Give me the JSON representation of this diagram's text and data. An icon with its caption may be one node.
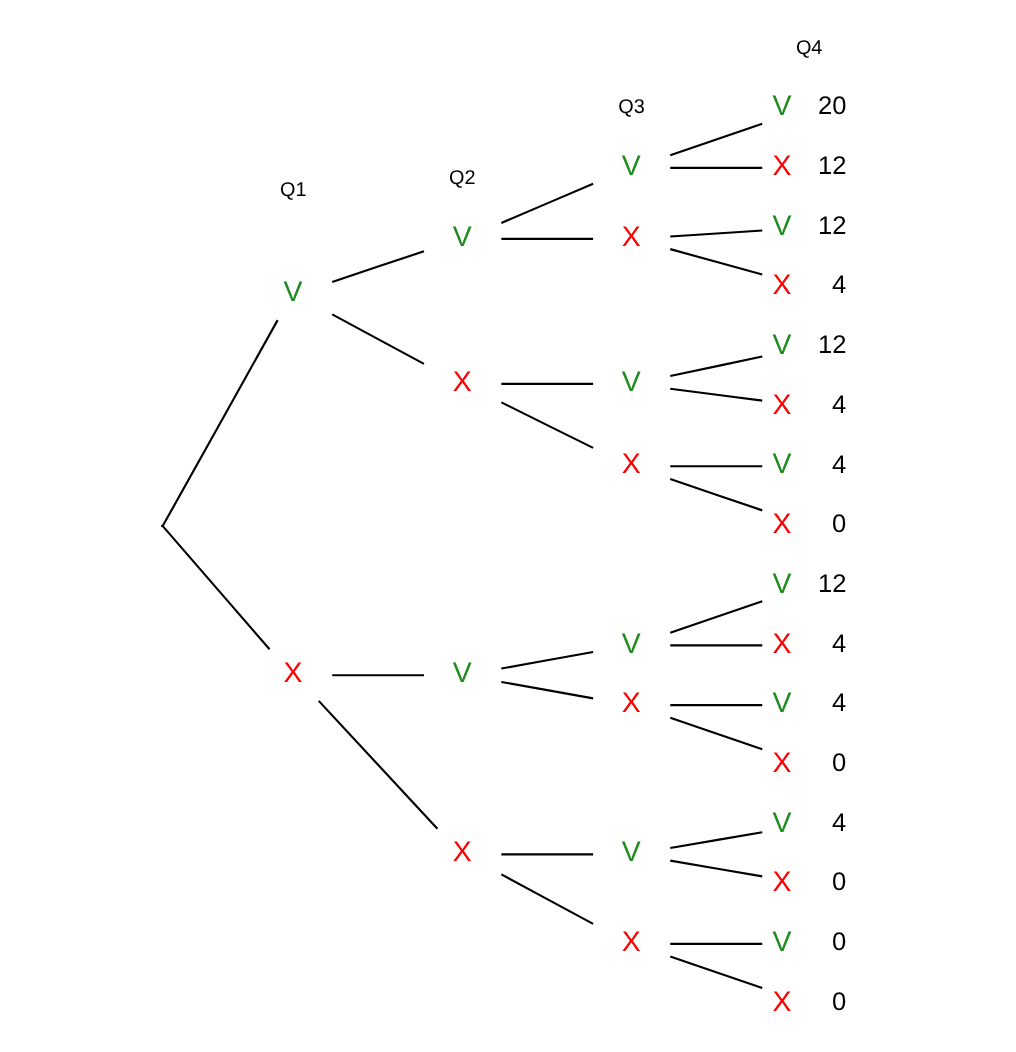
{
  "diagram": {
    "nodes": [
      {
        "text": [],
        "shape": "point"
      },
      {
        "text": [
          "V"
        ]
      },
      {
        "text": [
          "X"
        ]
      },
      {
        "text": [
          "V"
        ]
      },
      {
        "text": [
          "X"
        ]
      },
      {
        "text": [
          "V"
        ]
      },
      {
        "text": [
          "X"
        ]
      },
      {
        "text": [
          "V"
        ]
      },
      {
        "text": [
          "X"
        ]
      },
      {
        "text": [
          "V"
        ]
      },
      {
        "text": [
          "X"
        ]
      },
      {
        "text": [
          "V"
        ]
      },
      {
        "text": [
          "X"
        ]
      },
      {
        "text": [
          "V"
        ]
      },
      {
        "text": [
          "X"
        ]
      },
      {
        "text": [
          "V"
        ],
        "beside": [
          "20"
        ]
      },
      {
        "text": [
          "X"
        ],
        "beside": [
          "12"
        ]
      },
      {
        "text": [
          "V"
        ],
        "beside": [
          "12"
        ]
      },
      {
        "text": [
          "X"
        ],
        "beside": [
          "4"
        ]
      },
      {
        "text": [
          "V"
        ],
        "beside": [
          "12"
        ]
      },
      {
        "text": [
          "X"
        ],
        "beside": [
          "4"
        ]
      },
      {
        "text": [
          "V"
        ],
        "beside": [
          "4"
        ]
      },
      {
        "text": [
          "X"
        ],
        "beside": [
          "0"
        ]
      },
      {
        "text": [
          "V"
        ],
        "beside": [
          "12"
        ]
      },
      {
        "text": [
          "X"
        ],
        "beside": [
          "4"
        ]
      },
      {
        "text": [
          "V"
        ],
        "beside": [
          "4"
        ]
      },
      {
        "text": [
          "X"
        ],
        "beside": [
          "0"
        ]
      },
      {
        "text": [
          "V"
        ],
        "beside": [
          "4"
        ]
      },
      {
        "text": [
          "X"
        ],
        "beside": [
          "0"
        ]
      },
      {
        "text": [
          "V"
        ],
        "beside": [
          "0"
        ]
      },
      {
        "text": [
          "X"
        ],
        "beside": [
          "0"
        ]
      }
    ],
    "edges": [
      {
        "from": 0,
        "to": 1,
        "arrow": "none"
      },
      {
        "from": 0,
        "to": 2,
        "arrow": "none"
      },
      {
        "from": 1,
        "to": 3,
        "arrow": "none"
      },
      {
        "from": 1,
        "to": 4,
        "arrow": "none"
      },
      {
        "from": 2,
        "to": 5,
        "arrow": "none"
      },
      {
        "from": 2,
        "to": 6,
        "arrow": "none"
      },
      {
        "from": 3,
        "to": 7,
        "arrow": "none"
      },
      {
        "from": 3,
        "to": 8,
        "arrow": "none"
      },
      {
        "from": 4,
        "to": 9,
        "arrow": "none"
      },
      {
        "from": 4,
        "to": 10,
        "arrow": "none"
      },
      {
        "from": 5,
        "to": 11,
        "arrow": "none"
      },
      {
        "from": 5,
        "to": 12,
        "arrow": "none"
      },
      {
        "from": 6,
        "to": 13,
        "arrow": "none"
      },
      {
        "from": 6,
        "to": 14,
        "arrow": "none"
      },
      {
        "from": 7,
        "to": 15,
        "arrow": "none"
      },
      {
        "from": 7,
        "to": 16,
        "arrow": "none"
      },
      {
        "from": 8,
        "to": 17,
        "arrow": "none"
      },
      {
        "from": 8,
        "to": 18,
        "arrow": "none"
      },
      {
        "from": 9,
        "to": 19,
        "arrow": "none"
      },
      {
        "from": 9,
        "to": 20,
        "arrow": "none"
      },
      {
        "from": 10,
        "to": 21,
        "arrow": "none"
      },
      {
        "from": 10,
        "to": 22,
        "arrow": "none"
      },
      {
        "from": 11,
        "to": 23,
        "arrow": "none"
      },
      {
        "from": 11,
        "to": 24,
        "arrow": "none"
      },
      {
        "from": 12,
        "to": 25,
        "arrow": "none"
      },
      {
        "from": 12,
        "to": 26,
        "arrow": "none"
      },
      {
        "from": 13,
        "to": 27,
        "arrow": "none"
      },
      {
        "from": 13,
        "to": 28,
        "arrow": "none"
      },
      {
        "from": 14,
        "to": 29,
        "arrow": "none"
      },
      {
        "from": 14,
        "to": 30,
        "arrow": "none"
      }
    ],
    "labels": [
      "Q1",
      "Q2",
      "Q3",
      "Q4"
    ]
  }
}
